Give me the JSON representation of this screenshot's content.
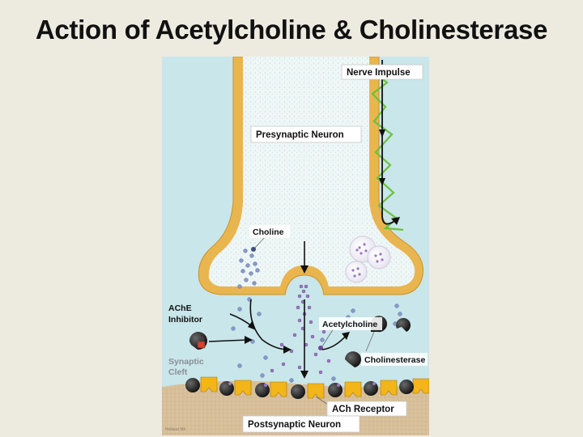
{
  "title": "Action of Acetylcholine & Cholinesterase",
  "labels": {
    "nerve_impulse": "Nerve Impulse",
    "presynaptic": "Presynaptic Neuron",
    "choline": "Choline",
    "ache_inhibitor_line1": "AChE",
    "ache_inhibitor_line2": "Inhibitor",
    "synaptic_cleft_line1": "Synaptic",
    "synaptic_cleft_line2": "Cleft",
    "acetylcholine": "Acetylcholine",
    "cholinesterase": "Cholinesterase",
    "ach_receptor": "ACh Receptor",
    "postsynaptic": "Postsynaptic Neuron",
    "credit": "Holland 9th"
  },
  "colors": {
    "background": "#edeae0",
    "cleft": "#c9e6ea",
    "membrane": "#e9b54f",
    "cytoplasm": "#eef6f6",
    "postsynaptic": "#d9c3a0",
    "receptor": "#f2b51a",
    "choline_dot": "#8899c8",
    "acetylcholine_dot": "#9b78c0",
    "impulse": "#6cc040"
  },
  "icons": [
    "lock-icon"
  ]
}
